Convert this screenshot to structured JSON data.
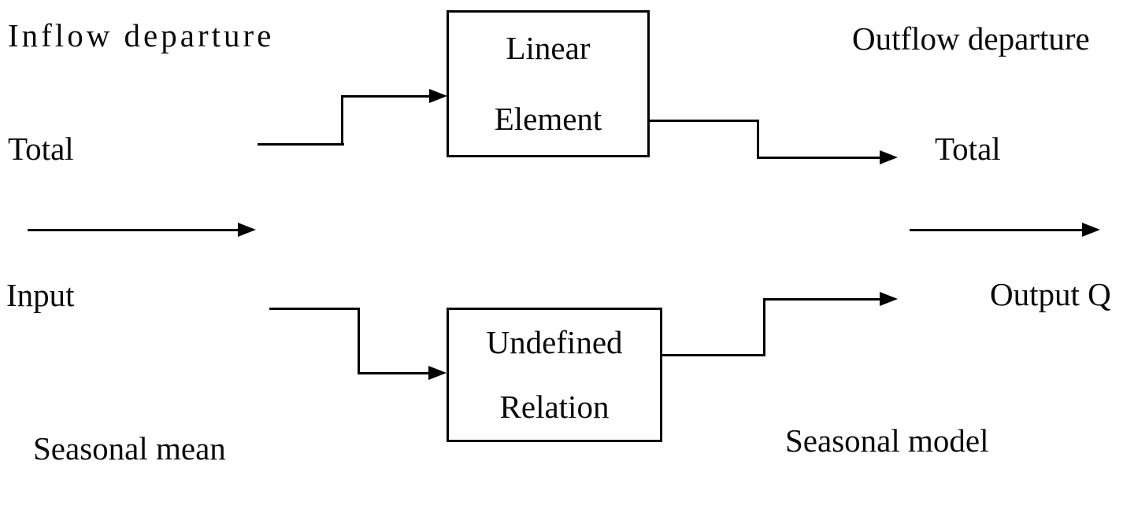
{
  "labels": {
    "inflow_departure": "Inflow departure",
    "total_left": "Total",
    "input": "Input",
    "seasonal_mean": "Seasonal mean",
    "outflow_departure": "Outflow departure",
    "total_right": "Total",
    "output_q": "Output Q",
    "seasonal_model": "Seasonal model"
  },
  "boxes": {
    "linear_element": {
      "line1": "Linear",
      "line2": "Element"
    },
    "undefined_relation": {
      "line1": "Undefined",
      "line2": "Relation"
    }
  },
  "colors": {
    "line": "#000000",
    "text": "#0a0a0a",
    "background": "#ffffff"
  }
}
